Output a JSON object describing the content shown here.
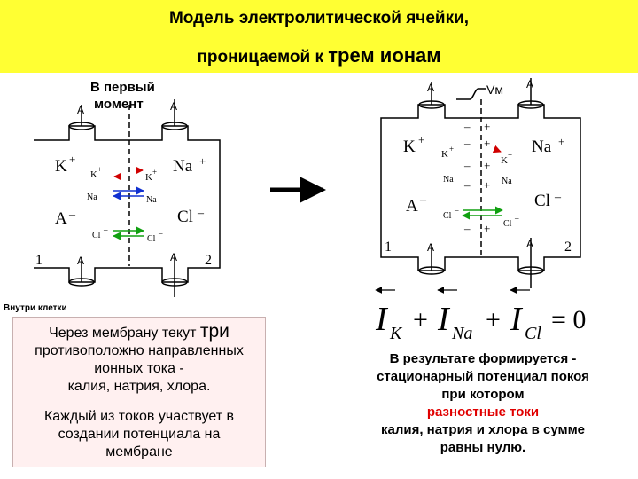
{
  "title": {
    "line1": "Модель электролитической ячейки,",
    "line2_prefix": "проницаемой к ",
    "line2_emph": "трем ионам"
  },
  "left_diagram": {
    "moment_label": [
      "В первый",
      "момент"
    ],
    "ion_K_big": "K",
    "ion_Na_big": "Na",
    "ion_A_big": "A",
    "ion_Cl_big": "Cl",
    "ion_K_small_left": "K",
    "ion_K_small_right": "K",
    "ion_Na_small_left": "Na",
    "ion_Na_small_right": "Na",
    "ion_Cl_small_left": "Cl",
    "ion_Cl_small_right": "Cl",
    "plus": "+",
    "minus": "–",
    "compartment_1": "1",
    "compartment_2": "2",
    "electrode_letter": "A"
  },
  "inside_label": "Внутри клетки",
  "right_diagram": {
    "vm_label": "Vм",
    "ion_K_big": "K",
    "ion_Na_big": "Na",
    "ion_A_big": "A",
    "ion_Cl_big": "Cl",
    "ion_K_small": "K",
    "ion_K_small_right": "K",
    "ion_Na_small": "Na",
    "ion_Na_small_right": "Na",
    "ion_Cl_small": "Cl",
    "ion_Cl_small_right": "Cl",
    "compartment_1": "1",
    "compartment_2": "2",
    "electrode_letter": "A"
  },
  "equation": {
    "I1": "I",
    "sub1": "K",
    "plus1": "+",
    "I2": "I",
    "sub2": "Na",
    "plus2": "+",
    "I3": "I",
    "sub3": "Cl",
    "eq": "= 0"
  },
  "left_text": {
    "line1_prefix": "Через мембрану текут ",
    "line1_big": "три",
    "line2": "противоположно направленных",
    "line3": "ионных тока -",
    "line4": "калия, натрия, хлора.",
    "p2_line1": "Каждый из токов участвует в",
    "p2_line2": "создании потенциала на",
    "p2_line3": "мембране"
  },
  "right_text": {
    "line1": "В результате формируется -",
    "line2": "стационарный потенциал покоя",
    "line3": "при котором",
    "line4_red": "разностные токи",
    "line5": "калия, натрия и хлора в сумме",
    "line6": "равны нулю."
  },
  "colors": {
    "title_band": "#ffff33",
    "arrow_red": "#d00000",
    "arrow_blue": "#1030d0",
    "arrow_green": "#10a010",
    "text_red": "#e00000",
    "left_box_bg": "#fff0f0"
  }
}
